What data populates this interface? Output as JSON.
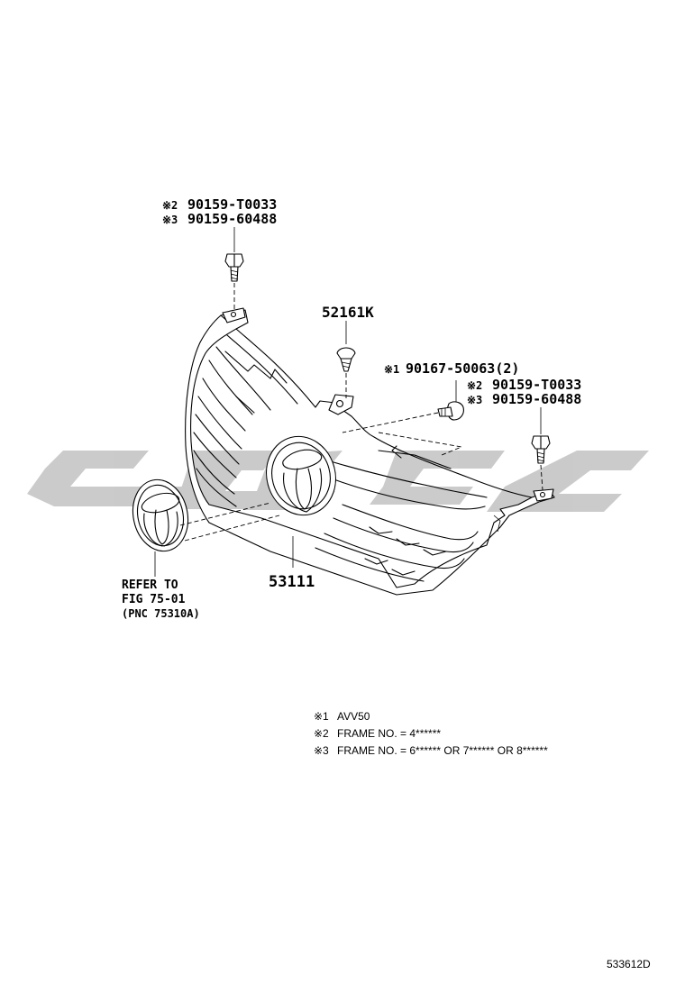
{
  "parts": {
    "bolt_top_left": [
      {
        "mark": "※2",
        "number": "90159-T0033"
      },
      {
        "mark": "※3",
        "number": "90159-60488"
      }
    ],
    "clip": {
      "number": "52161K"
    },
    "screw_center": {
      "mark": "※1",
      "number": "90167-50063(2)"
    },
    "bolt_right": [
      {
        "mark": "※2",
        "number": "90159-T0033"
      },
      {
        "mark": "※3",
        "number": "90159-60488"
      }
    ],
    "grille": {
      "number": "53111"
    }
  },
  "emblem_reference": {
    "line1": "REFER TO",
    "line2": "FIG 75-01",
    "line3": "(PNC 75310A)"
  },
  "notes": [
    {
      "mark": "※1",
      "text": "AVV50"
    },
    {
      "mark": "※2",
      "text": "FRAME NO. = 4******"
    },
    {
      "mark": "※3",
      "text": "FRAME NO. = 6****** OR 7****** OR 8******"
    }
  ],
  "diagram_code": "533612D",
  "watermark_color": "#c8c8c8"
}
